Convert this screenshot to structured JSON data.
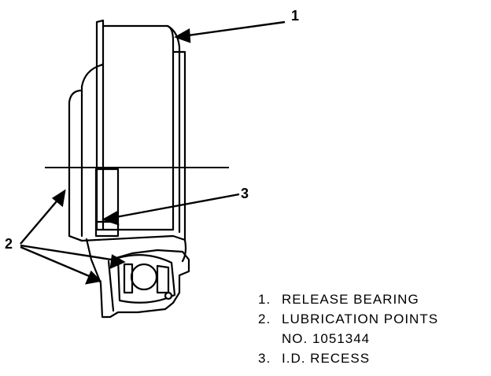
{
  "callouts": {
    "one": "1",
    "two": "2",
    "three": "3"
  },
  "legend": {
    "items": [
      {
        "num": "1.",
        "text": "RELEASE BEARING"
      },
      {
        "num": "2.",
        "text": "LUBRICATION POINTS",
        "continuation": "NO. 1051344"
      },
      {
        "num": "3.",
        "text": "I.D. RECESS"
      }
    ]
  },
  "colors": {
    "ink": "#000000",
    "paper": "#ffffff"
  }
}
